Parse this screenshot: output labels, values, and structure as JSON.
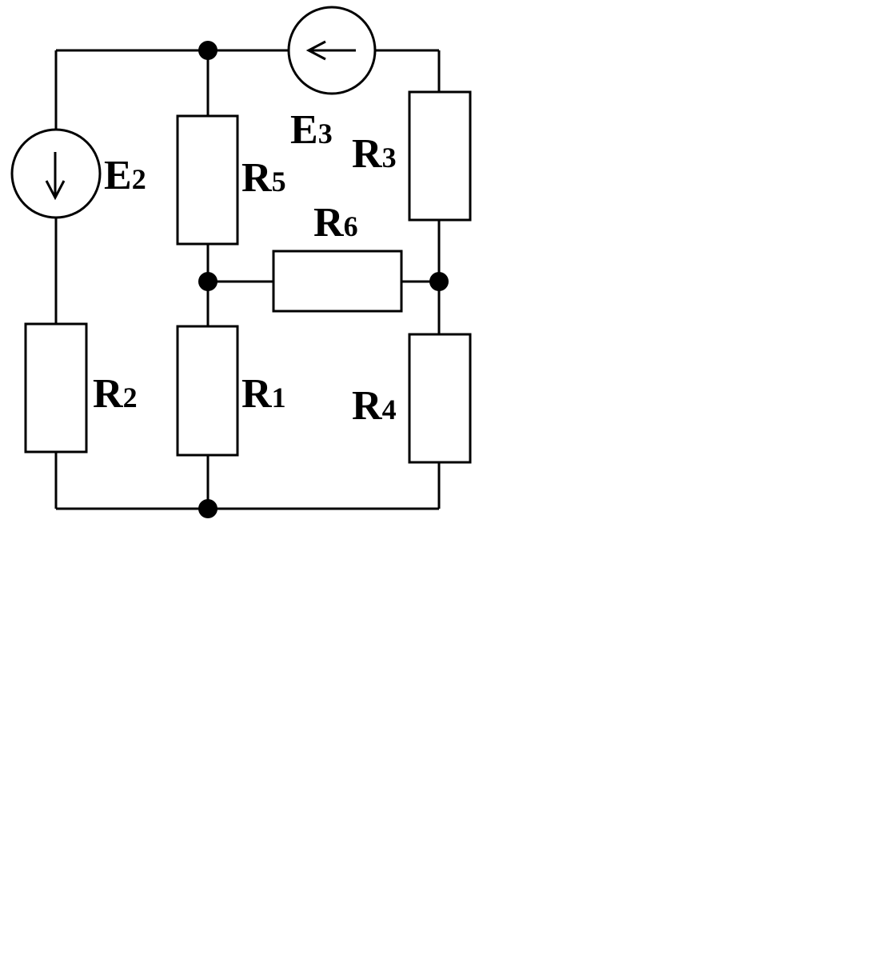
{
  "diagram": {
    "colors": {
      "ink": "#000000",
      "background": "#ffffff"
    },
    "sources": [
      {
        "id": "E2",
        "letter": "E",
        "index": "2",
        "arrow": "down"
      },
      {
        "id": "E3",
        "letter": "E",
        "index": "3",
        "arrow": "left"
      }
    ],
    "resistors": [
      {
        "id": "R1",
        "letter": "R",
        "index": "1"
      },
      {
        "id": "R2",
        "letter": "R",
        "index": "2"
      },
      {
        "id": "R3",
        "letter": "R",
        "index": "3"
      },
      {
        "id": "R4",
        "letter": "R",
        "index": "4"
      },
      {
        "id": "R5",
        "letter": "R",
        "index": "5"
      },
      {
        "id": "R6",
        "letter": "R",
        "index": "6"
      }
    ]
  }
}
